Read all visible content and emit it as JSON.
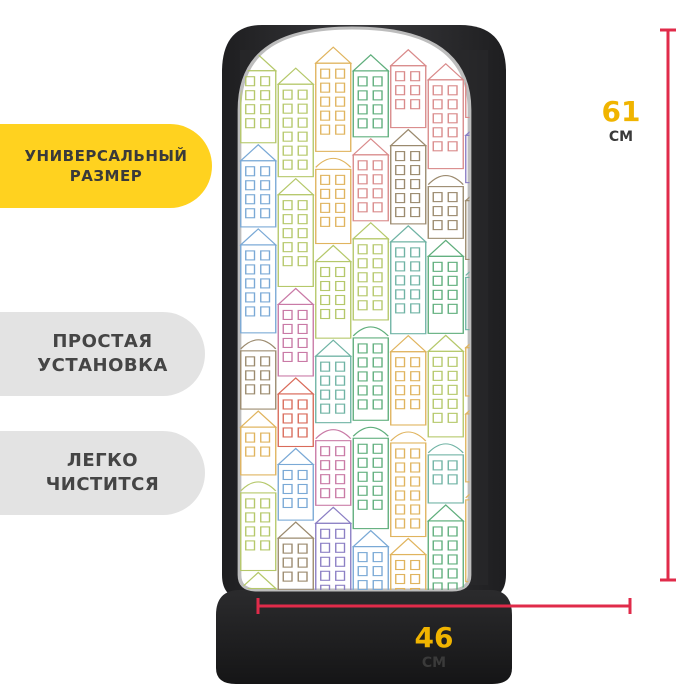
{
  "badges": {
    "universal": [
      "УНИВЕРСАЛЬНЫЙ",
      "РАЗМЕР"
    ],
    "install": [
      "ПРОСТАЯ",
      "УСТАНОВКА"
    ],
    "clean": [
      "ЛЕГКО",
      "ЧИСТИТСЯ"
    ]
  },
  "dimensions": {
    "height": {
      "value": "61",
      "unit": "СМ"
    },
    "width": {
      "value": "46",
      "unit": "СМ"
    }
  },
  "colors": {
    "accent_yellow": "#ffd21f",
    "dimension_red": "#e02b4a",
    "badge_grey": "#e3e3e3",
    "seat_dark": "#2c2c2e"
  },
  "product": {
    "pattern": "colorful-houses-line-art"
  }
}
